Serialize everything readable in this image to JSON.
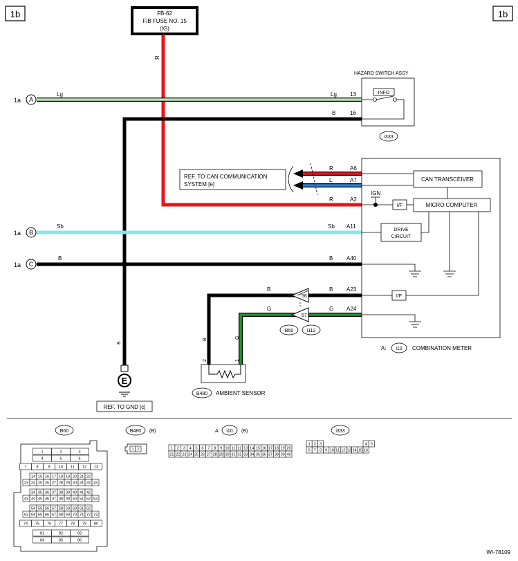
{
  "page_tag": "1b",
  "fuse": {
    "line1": "FB-62",
    "line2": "F/B FUSE NO. 15",
    "line3": "(IG)"
  },
  "hazard_switch": {
    "title": "HAZARD SWITCH ASSY",
    "info_label": "INFO",
    "connector": "i333",
    "pin_lg": "13",
    "pin_b": "16"
  },
  "wire_colors": {
    "red": "#e8141b",
    "green_light": "#b9e4b3",
    "cyan": "#8be3ec",
    "blue": "#2f7fd1",
    "green": "#1a9a2e",
    "black": "#000000"
  },
  "wires": {
    "r_fuse": "R",
    "lg_left": "Lg",
    "lg_right": "Lg",
    "b_16": "B",
    "r_a6": "R",
    "l_a7": "L",
    "r_a2": "R",
    "sb_left": "Sb",
    "sb_right": "Sb",
    "b_a40_left": "B",
    "b_a40_right": "B",
    "b_a23_left": "B",
    "b_a23_right": "B",
    "g_a24_left": "G",
    "g_a24_right": "G",
    "b_ground": "B",
    "b_sensor": "B",
    "g_sensor": "G"
  },
  "pins": {
    "a6": "A6",
    "a7": "A7",
    "a2": "A2",
    "a11": "A11",
    "a40": "A40",
    "a23": "A23",
    "a24": "A24"
  },
  "offpage": [
    {
      "prefix": "1a",
      "letter": "A"
    },
    {
      "prefix": "1a",
      "letter": "B"
    },
    {
      "prefix": "1a",
      "letter": "C"
    }
  ],
  "ref_can": {
    "line1": "REF. TO CAN COMMUNICATION",
    "line2": "SYSTEM [e]"
  },
  "meter": {
    "can_transceiver": "CAN TRANSCEIVER",
    "micro_computer": "MICRO COMPUTER",
    "if_label": "I/F",
    "ign": "IGN",
    "drive_line1": "DRIVE",
    "drive_line2": "CIRCUIT",
    "caption_prefix": "A:",
    "connector": "i10",
    "caption": "COMBINATION METER"
  },
  "joint": {
    "pin56": "56",
    "pin57": "57",
    "b60": "B60",
    "i112": "i112"
  },
  "sensor": {
    "connector": "B480",
    "label": "AMBIENT SENSOR",
    "pin1": "1",
    "pin2": "2"
  },
  "ground": {
    "symbol": "E",
    "ref": "REF. TO GND [c]"
  },
  "connectors": {
    "b60": {
      "name": "B60",
      "rows": [
        [
          "1",
          "2",
          "3"
        ],
        [
          "4",
          "5",
          "6"
        ],
        [
          "7",
          "8",
          "9",
          "10",
          "11",
          "12",
          "13"
        ],
        [
          "14",
          "15",
          "16",
          "17",
          "18",
          "19",
          "20",
          "21",
          "22"
        ],
        [
          "23",
          "24",
          "25",
          "26",
          "27",
          "28",
          "29",
          "30",
          "31",
          "32",
          "33"
        ],
        [
          "34",
          "35",
          "36",
          "37",
          "38",
          "39",
          "40",
          "41",
          "42"
        ],
        [
          "43",
          "44",
          "45",
          "46",
          "47",
          "48",
          "49",
          "50",
          "51",
          "52",
          "53"
        ],
        [
          "54",
          "55",
          "56",
          "57",
          "58",
          "59",
          "60",
          "61",
          "62"
        ],
        [
          "63",
          "64",
          "65",
          "66",
          "67",
          "68",
          "69",
          "70",
          "71",
          "72",
          "73"
        ],
        [
          "74",
          "75",
          "76",
          "77",
          "78",
          "79",
          "80"
        ],
        [
          "81",
          "82",
          "83"
        ],
        [
          "84",
          "85",
          "86"
        ]
      ]
    },
    "b480": {
      "name": "B480",
      "suffix": "(B)",
      "pins": [
        "1",
        "2"
      ]
    },
    "i10": {
      "prefix": "A:",
      "name": "i10",
      "suffix": "(B)",
      "row1": [
        "1",
        "2",
        "3",
        "4",
        "5",
        "6",
        "7",
        "8",
        "9",
        "10",
        "11",
        "12",
        "13",
        "14",
        "15",
        "16",
        "17",
        "18",
        "19",
        "20"
      ],
      "row2": [
        "21",
        "22",
        "23",
        "24",
        "25",
        "26",
        "27",
        "28",
        "29",
        "30",
        "31",
        "32",
        "33",
        "34",
        "35",
        "36",
        "37",
        "38",
        "39",
        "40"
      ]
    },
    "i333": {
      "name": "i333",
      "row1a": [
        "1",
        "2",
        "3"
      ],
      "row1b": [
        "4",
        "5"
      ],
      "row2": [
        "6",
        "7",
        "8",
        "9",
        "10",
        "11",
        "12",
        "13",
        "14",
        "15",
        "16"
      ]
    }
  },
  "doc_code": "WI-78109"
}
